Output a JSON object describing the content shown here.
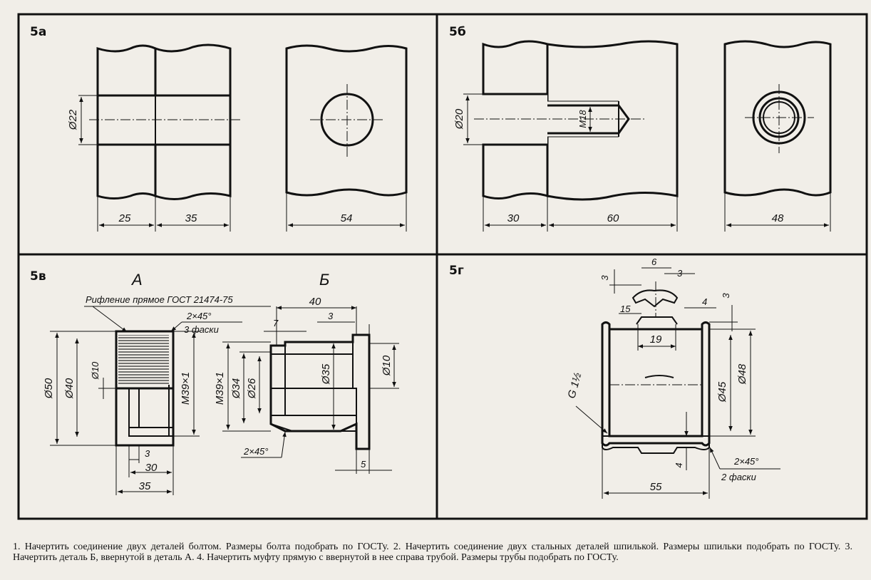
{
  "panels": {
    "p5a": {
      "label": "5а",
      "dims": {
        "d22": "Ø22",
        "w25": "25",
        "w35": "35",
        "w54": "54"
      }
    },
    "p5b": {
      "label": "5б",
      "dims": {
        "d20": "Ø20",
        "m18": "M18",
        "w30": "30",
        "w60": "60",
        "w48": "48"
      }
    },
    "p5v": {
      "label": "5в",
      "part_a": "А",
      "part_b": "Б",
      "knurl_note": "Рифление прямое ГОСТ 21474-75",
      "chamfer": "2×45°",
      "chamfer_count": "3 фаски",
      "dims": {
        "d50": "Ø50",
        "d40": "Ø40",
        "d10a": "Ø10",
        "m39a": "M39×1",
        "a3": "3",
        "a30": "30",
        "a35": "35",
        "b40": "40",
        "b7": "7",
        "b3": "3",
        "m39b": "M39×1",
        "d34": "Ø34",
        "d26": "Ø26",
        "d35": "Ø35",
        "d10b": "Ø10",
        "b_chamfer": "2×45°",
        "b5": "5"
      }
    },
    "p5g": {
      "label": "5г",
      "thread": "G 1½",
      "chamfer": "2×45°",
      "chamfer_count": "2 фаски",
      "dims": {
        "t6": "6",
        "t3a": "3",
        "t3b": "3",
        "t15": "15",
        "t19": "19",
        "t4a": "4",
        "t3c": "3",
        "d45": "Ø45",
        "d48": "Ø48",
        "b4": "4",
        "w55": "55"
      }
    }
  },
  "caption": "1. Начертить соединение двух деталей болтом. Размеры болта подобрать по ГОСТу. 2. Начертить соединение двух стальных деталей шпилькой. Размеры шпильки подобрать по ГОСТу. 3. Начертить деталь Б, ввернутой в деталь А. 4. Начертить муфту прямую с ввернутой в нее справа трубой. Размеры трубы подобрать по ГОСТу.",
  "colors": {
    "paper": "#f1eee8",
    "ink": "#111111"
  }
}
